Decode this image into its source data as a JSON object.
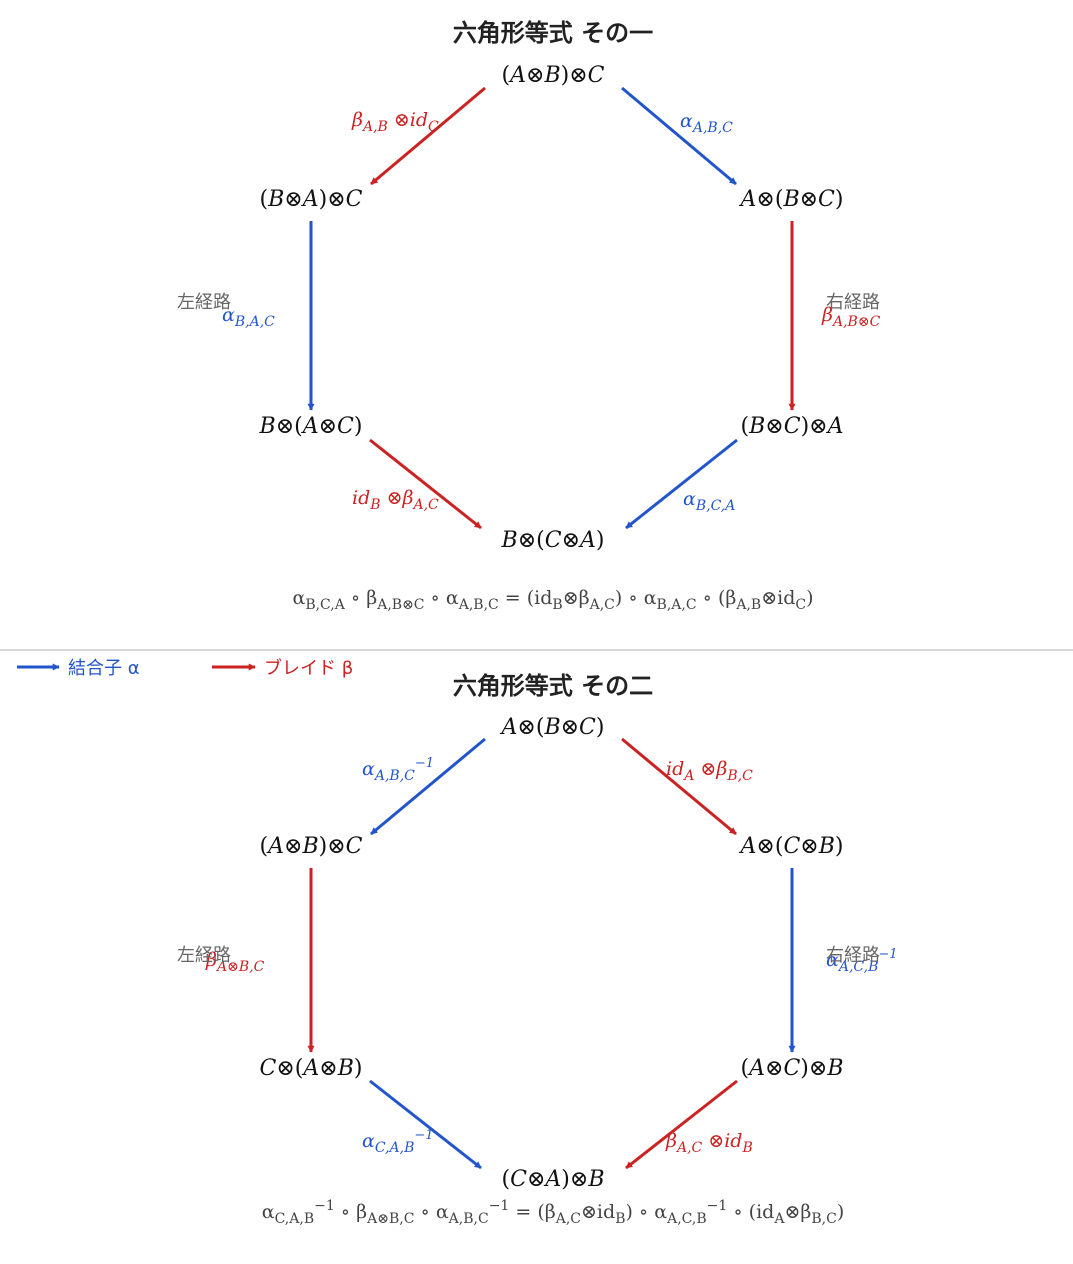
{
  "colors": {
    "alpha": "#2255cc",
    "beta": "#cc2222",
    "text": "#111111",
    "equation": "#444444",
    "side_label": "#666666"
  },
  "hexagon1": {
    "title": "六角形等式 その一",
    "nodes": {
      "top": "(A⊗B)⊗C",
      "upper_left": "(B⊗A)⊗C",
      "upper_right": "A⊗(B⊗C)",
      "lower_left": "B⊗(A⊗C)",
      "lower_right": "(B⊗C)⊗A",
      "bottom": "B⊗(C⊗A)"
    },
    "edges": {
      "top_left": {
        "main": "β",
        "sub": "A,B",
        "post": " ⊗id",
        "post_sub": "C",
        "type": "beta"
      },
      "top_right": {
        "main": "α",
        "sub": "A,B,C",
        "type": "alpha"
      },
      "left": {
        "main": "α",
        "sub": "B,A,C",
        "type": "alpha"
      },
      "right": {
        "main": "β",
        "sub": "A,B⊗C",
        "type": "beta"
      },
      "bottom_left": {
        "main": "id",
        "sub": "B",
        "post": " ⊗β",
        "post_sub": "A,C",
        "type": "beta"
      },
      "bottom_right": {
        "main": "α",
        "sub": "B,C,A",
        "type": "alpha"
      }
    },
    "side_labels": {
      "left": "左経路",
      "right": "右経路"
    },
    "equation": "α_{B,C,A} ∘ β_{A,B⊗C} ∘ α_{A,B,C} = (id_{B}⊗β_{A,C}) ∘ α_{B,A,C} ∘ (β_{A,B}⊗id_{C})"
  },
  "legend": {
    "alpha_label": "結合子 α",
    "beta_label": "ブレイド β"
  },
  "hexagon2": {
    "title": "六角形等式 その二",
    "nodes": {
      "top": "A⊗(B⊗C)",
      "upper_left": "(A⊗B)⊗C",
      "upper_right": "A⊗(C⊗B)",
      "lower_left": "C⊗(A⊗B)",
      "lower_right": "(A⊗C)⊗B",
      "bottom": "(C⊗A)⊗B"
    },
    "edges": {
      "top_left": {
        "main": "α",
        "sub": "A,B,C",
        "sup": "−1",
        "type": "alpha"
      },
      "top_right": {
        "main": "id",
        "sub": "A",
        "post": " ⊗β",
        "post_sub": "B,C",
        "type": "beta"
      },
      "left": {
        "main": "β",
        "sub": "A⊗B,C",
        "type": "beta"
      },
      "right": {
        "main": "α",
        "sub": "A,C,B",
        "sup": "−1",
        "type": "alpha"
      },
      "bottom_left": {
        "main": "α",
        "sub": "C,A,B",
        "sup": "−1",
        "type": "alpha"
      },
      "bottom_right": {
        "main": "β",
        "sub": "A,C",
        "post": " ⊗id",
        "post_sub": "B",
        "type": "beta"
      }
    },
    "side_labels": {
      "left": "左経路",
      "right": "右経路"
    },
    "equation": "α_{C,A,B}^{−1} ∘ β_{A⊗B,C} ∘ α_{A,B,C}^{−1} = (β_{A,C}⊗id_{B}) ∘ α_{A,C,B}^{−1} ∘ (id_{A}⊗β_{B,C})"
  }
}
